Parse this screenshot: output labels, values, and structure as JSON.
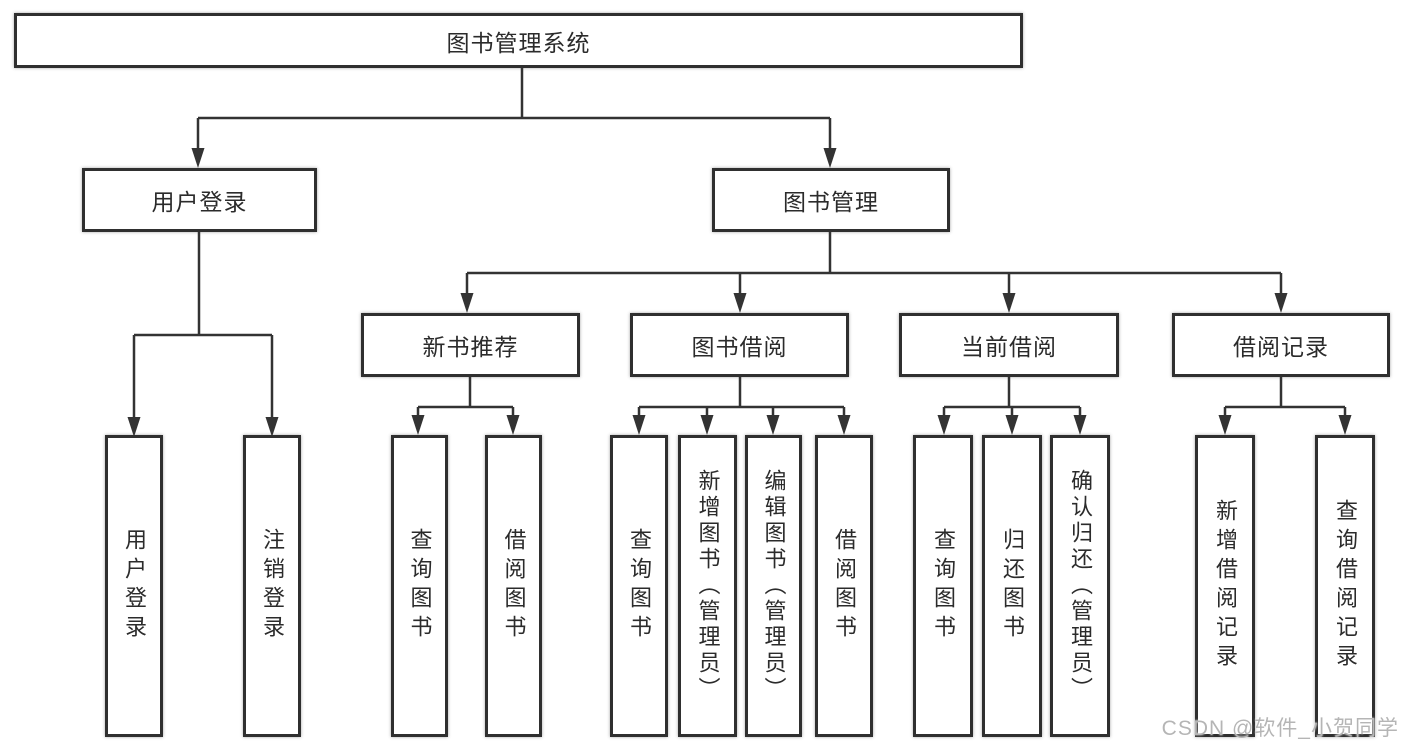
{
  "tree": {
    "label": "图书管理系统",
    "children": [
      {
        "label": "用户登录",
        "children": [
          {
            "label": "用户登录"
          },
          {
            "label": "注销登录"
          }
        ]
      },
      {
        "label": "图书管理",
        "children": [
          {
            "label": "新书推荐",
            "children": [
              {
                "label": "查询图书"
              },
              {
                "label": "借阅图书"
              }
            ]
          },
          {
            "label": "图书借阅",
            "children": [
              {
                "label": "查询图书"
              },
              {
                "label": "新增图书（管理员）"
              },
              {
                "label": "编辑图书（管理员）"
              },
              {
                "label": "借阅图书"
              }
            ]
          },
          {
            "label": "当前借阅",
            "children": [
              {
                "label": "查询图书"
              },
              {
                "label": "归还图书"
              },
              {
                "label": "确认归还（管理员）"
              }
            ]
          },
          {
            "label": "借阅记录",
            "children": [
              {
                "label": "新增借阅记录"
              },
              {
                "label": "查询借阅记录"
              }
            ]
          }
        ]
      }
    ]
  },
  "watermark": "CSDN @软件_小贺同学",
  "colors": {
    "line": "#333333",
    "box_border": "#2f2f2f",
    "text": "#2b2b2b",
    "background": "#ffffff",
    "watermark": "#b5b5b5"
  }
}
